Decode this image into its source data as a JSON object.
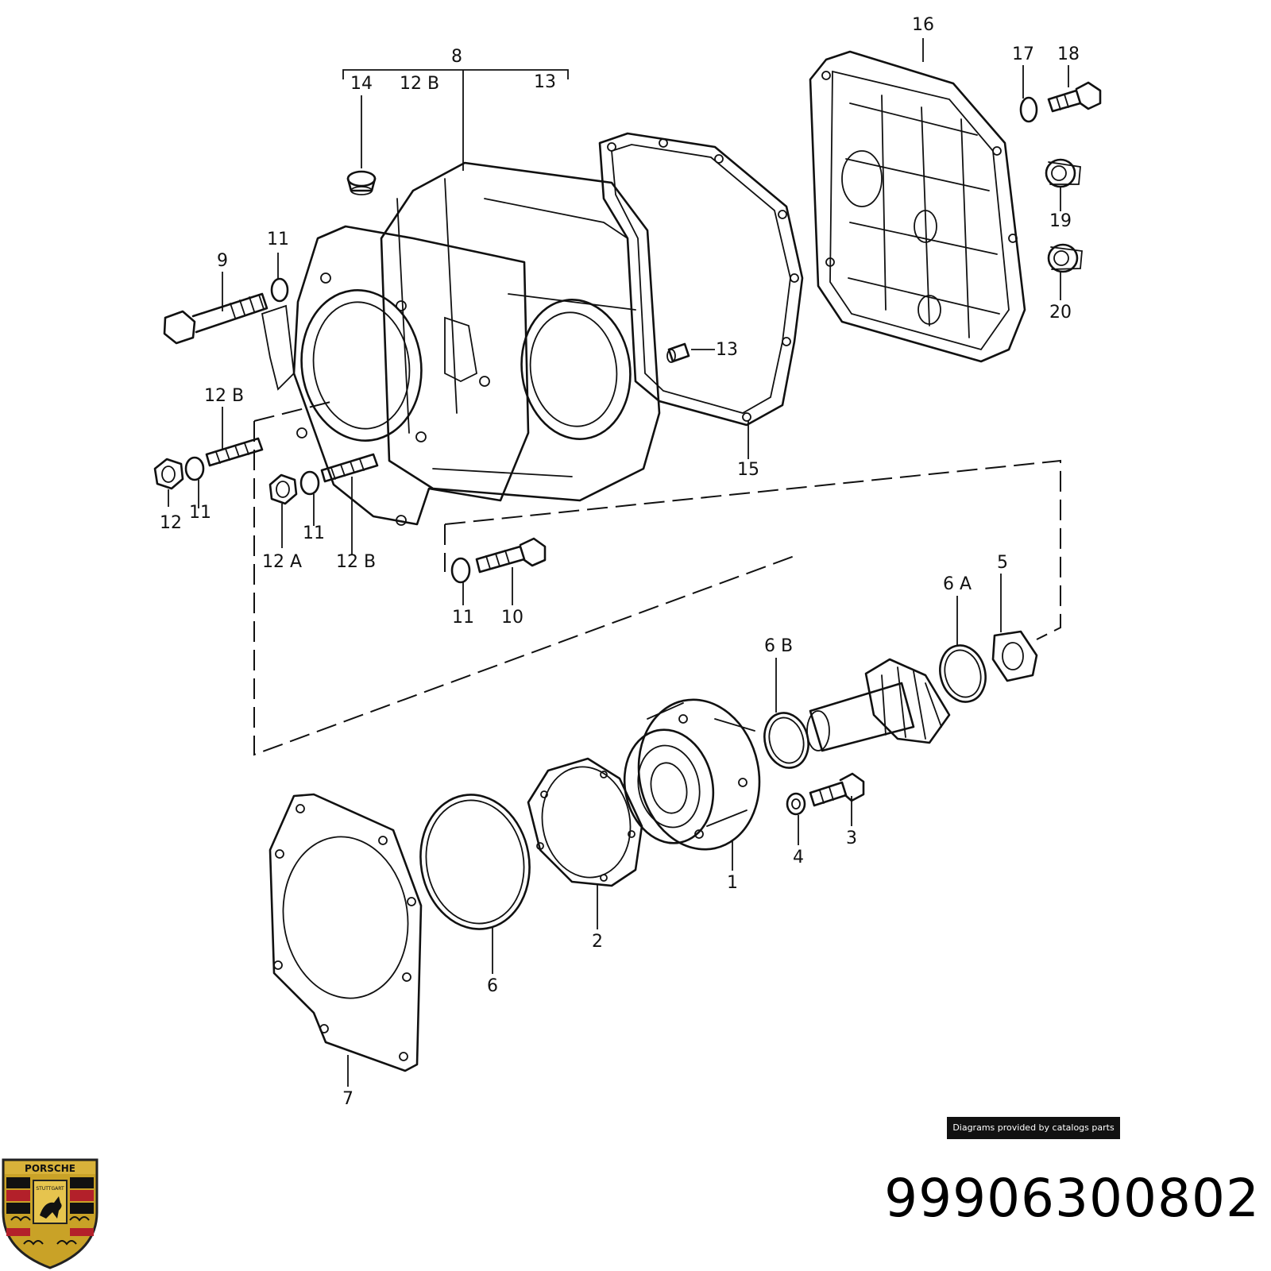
{
  "diagram": {
    "callouts": [
      {
        "id": "c8",
        "text": "8"
      },
      {
        "id": "c14",
        "text": "14"
      },
      {
        "id": "c12Bt",
        "text": "12 B"
      },
      {
        "id": "c13t",
        "text": "13"
      },
      {
        "id": "c9",
        "text": "9"
      },
      {
        "id": "c11a",
        "text": "11"
      },
      {
        "id": "c12Bl",
        "text": "12 B"
      },
      {
        "id": "c12",
        "text": "12"
      },
      {
        "id": "c11b",
        "text": "11"
      },
      {
        "id": "c11c",
        "text": "11"
      },
      {
        "id": "c12A",
        "text": "12 A"
      },
      {
        "id": "c12Bm",
        "text": "12 B"
      },
      {
        "id": "c11d",
        "text": "11"
      },
      {
        "id": "c10",
        "text": "10"
      },
      {
        "id": "c13m",
        "text": "13"
      },
      {
        "id": "c15",
        "text": "15"
      },
      {
        "id": "c16",
        "text": "16"
      },
      {
        "id": "c17",
        "text": "17"
      },
      {
        "id": "c18",
        "text": "18"
      },
      {
        "id": "c19",
        "text": "19"
      },
      {
        "id": "c20",
        "text": "20"
      },
      {
        "id": "c6A",
        "text": "6 A"
      },
      {
        "id": "c5",
        "text": "5"
      },
      {
        "id": "c6B",
        "text": "6 B"
      },
      {
        "id": "c1",
        "text": "1"
      },
      {
        "id": "c2",
        "text": "2"
      },
      {
        "id": "c3",
        "text": "3"
      },
      {
        "id": "c4",
        "text": "4"
      },
      {
        "id": "c6",
        "text": "6"
      },
      {
        "id": "c7",
        "text": "7"
      }
    ]
  },
  "credit": "Diagrams provided by catalogs parts",
  "part_number": "99906300802",
  "logo": {
    "brand": "PORSCHE",
    "city": "STUTTGART"
  }
}
